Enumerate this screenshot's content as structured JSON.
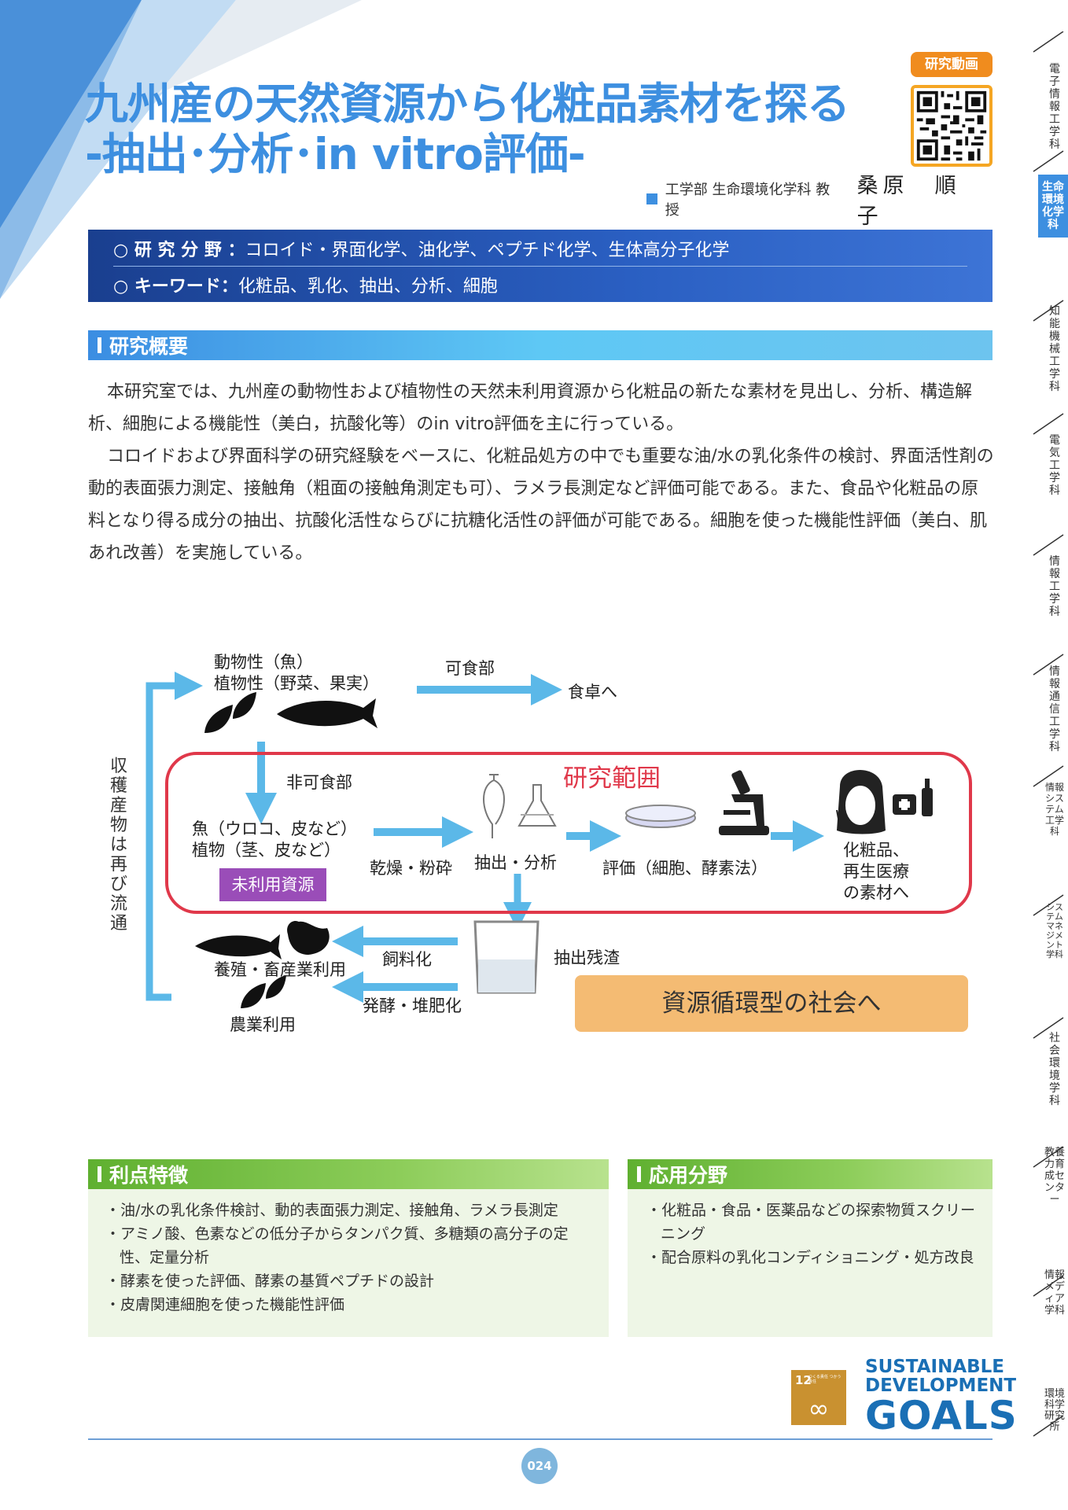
{
  "colors": {
    "title": "#3d8fe0",
    "field_box": "#1f4aa8",
    "overview_bar": "#3b8de2",
    "adv_bar": "#5fb030",
    "scope_red": "#e0384a",
    "arrow": "#5bb8e8",
    "unused": "#9a4db8",
    "circ_box": "#f4bb73"
  },
  "title": {
    "line1": "九州産の天然資源から化粧品素材を探る",
    "line2": "-抽出･分析･in vitro評価-"
  },
  "video_badge": "研究動画",
  "author": {
    "dept": "工学部 生命環境化学科 教授",
    "name": "桑原　順子"
  },
  "fields": {
    "research_label": "○ 研 究 分 野 ：",
    "research_value": "コロイド・界面化学、油化学、ペプチド化学、生体高分子化学",
    "keyword_label": "○ キーワード：",
    "keyword_value": "化粧品、乳化、抽出、分析、細胞"
  },
  "overview": {
    "heading": "研究概要",
    "p1": "本研究室では、九州産の動物性および植物性の天然未利用資源から化粧品の新たな素材を見出し、分析、構造解析、細胞による機能性（美白，抗酸化等）のin vitro評価を主に行っている。",
    "p2": "コロイドおよび界面科学の研究経験をベースに、化粧品処方の中でも重要な油/水の乳化条件の検討、界面活性剤の動的表面張力測定、接触角（粗面の接触角測定も可）、ラメラ長測定など評価可能である。また、食品や化粧品の原料となり得る成分の抽出、抗酸化活性ならびに抗糖化活性の評価が可能である。細胞を使った機能性評価（美白、肌あれ改善）を実施している。"
  },
  "diagram": {
    "source_l1": "動物性（魚）",
    "source_l2": "植物性（野菜、果実）",
    "edible": "可食部",
    "table": "食卓へ",
    "inedible": "非可食部",
    "scope": "研究範囲",
    "waste_l1": "魚（ウロコ、皮など）",
    "waste_l2": "植物（茎、皮など）",
    "unused": "未利用資源",
    "dry": "乾燥・粉砕",
    "extract": "抽出・分析",
    "evaluate": "評価（細胞、酵素法）",
    "goal_l1": "化粧品、",
    "goal_l2": "再生医療",
    "goal_l3": "の素材へ",
    "residue": "抽出残渣",
    "feed": "飼料化",
    "ferment": "発酵・堆肥化",
    "livestock": "養殖・畜産業利用",
    "agri": "農業利用",
    "recirc": "収穫産物は再び流通",
    "society": "資源循環型の社会へ"
  },
  "advantages": {
    "heading": "利点特徴",
    "items": [
      "・油/水の乳化条件検討、動的表面張力測定、接触角、ラメラ長測定",
      "・アミノ酸、色素などの低分子からタンパク質、多糖類の高分子の定性、定量分析",
      "・酵素を使った評価、酵素の基質ペプチドの設計",
      "・皮膚関連細胞を使った機能性評価"
    ]
  },
  "applications": {
    "heading": "応用分野",
    "items": [
      "・化粧品・食品・医薬品などの探索物質スクリーニング",
      "・配合原料の乳化コンディショニング・処方改良"
    ]
  },
  "sdg": {
    "number": "12",
    "small": "つくる責任 つかう責任",
    "line1": "SUSTAINABLE",
    "line2": "DEVELOPMENT",
    "line3": "GOALS"
  },
  "page_number": "024",
  "side_tabs": [
    "電子情報工学科",
    "生命環境化学科",
    "知能機械工学科",
    "電気工学科",
    "情報工学科",
    "情報通信工学科",
    "情報システム工学科",
    "システムマネジメント学科",
    "社会環境学科",
    "教養力育成センター",
    "情報メディア学科",
    "環境科学研究所"
  ]
}
